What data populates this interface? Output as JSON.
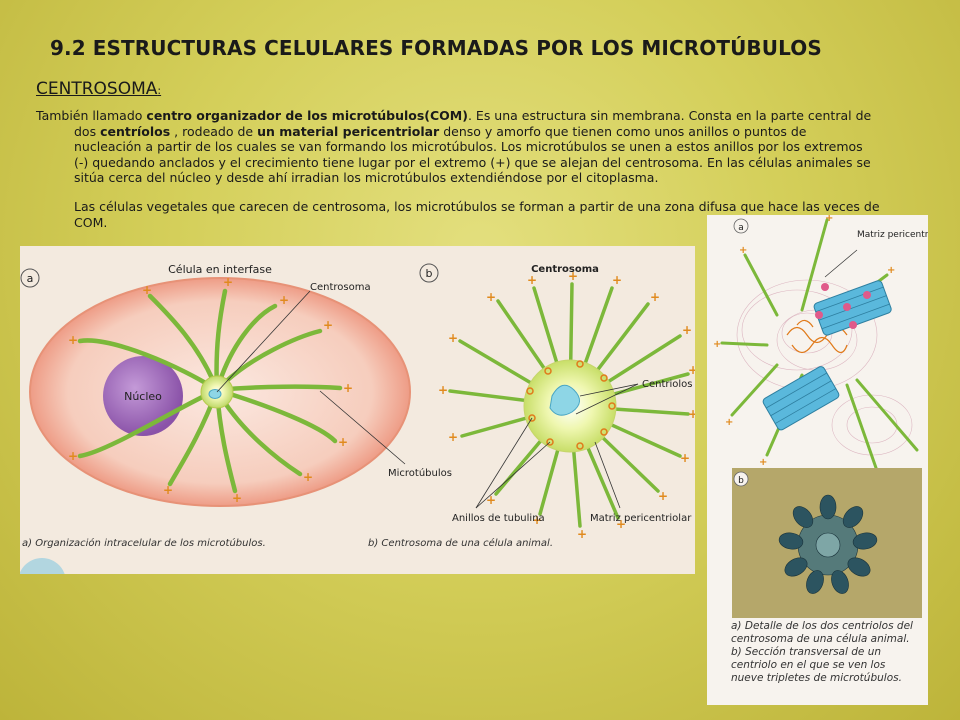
{
  "title": "9.2 ESTRUCTURAS CELULARES FORMADAS POR LOS MICROTÚBULOS",
  "subtitle": "CENTROSOMA",
  "subtitle_colon": ":",
  "paragraph1": {
    "t1": "También llamado ",
    "b1": "centro organizador de los microtúbulos(COM)",
    "t2": ". Es una estructura sin membrana. Consta en la parte central de",
    "t3": "dos ",
    "b2": "centríolos",
    "t4": " , rodeado de ",
    "b3": "un material pericentriolar",
    "t5": " denso y amorfo  que tienen como unos anillos o puntos de nucleación  a partir de los cuales se van formando los microtúbulos. Los microtúbulos se unen a estos anillos por los extremos (-) quedando anclados y el crecimiento tiene lugar por el extremo (+) que se alejan del centrosoma. En las células animales se sitúa cerca del núcleo y desde ahí irradian los microtúbulos extendiéndose por el citoplasma."
  },
  "paragraph2": "Las células vegetales que carecen de centrosoma, los microtúbulos se forman a partir de una zona difusa que hace las veces de COM.",
  "figure_main": {
    "panel_a_letter": "a",
    "panel_a_title": "Célula en interfase",
    "label_centrosoma": "Centrosoma",
    "label_nucleo": "Núcleo",
    "label_microtubulos": "Microtúbulos",
    "caption_a": "a) Organización intracelular de los microtúbulos.",
    "panel_b_letter": "b",
    "panel_b_title": "Centrosoma",
    "label_centriolos": "Centriolos",
    "label_anillos": "Anillos de tubulina",
    "label_matriz": "Matriz pericentriolar",
    "caption_b": "b) Centrosoma de una célula animal."
  },
  "figure_right": {
    "panel_a_letter": "a",
    "label_matriz": "Matriz pericentriolar",
    "panel_b_letter": "b",
    "caption": "a) Detalle de los dos centriolos del centrosoma de una célula animal. b) Sección transversal de un centriolo en el que se ven los nueve tripletes de microtúbulos."
  },
  "colors": {
    "background": "#d4cf5a",
    "microtubule": "#7cb83a",
    "plus_sign": "#e08a1e",
    "nucleus": "#9a63b8",
    "centriole": "#5ab8dc"
  }
}
